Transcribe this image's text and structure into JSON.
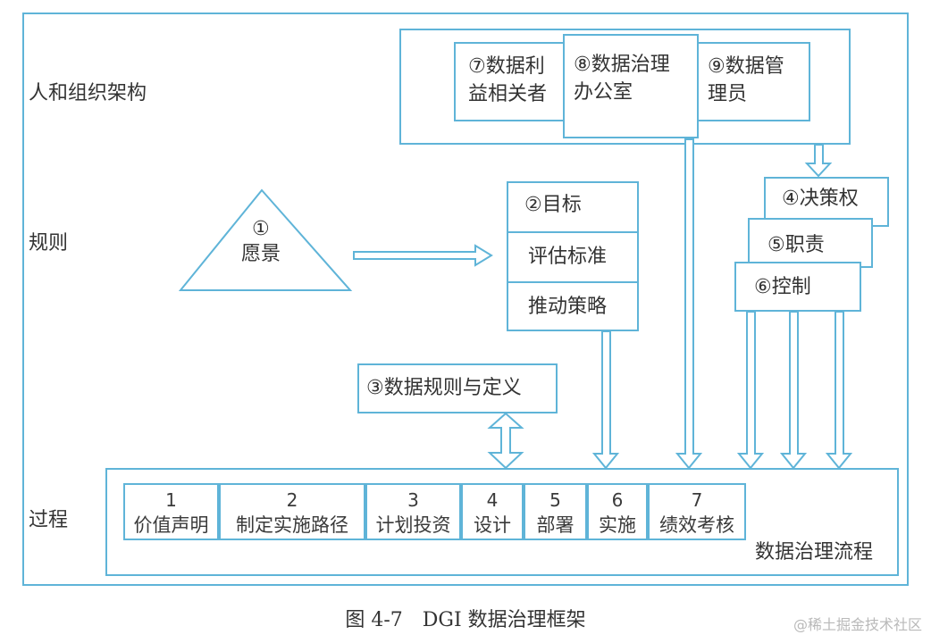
{
  "layers": {
    "people": "人和组织架构",
    "rules": "规则",
    "process": "过程"
  },
  "org": {
    "stakeholders": [
      "⑦数据利",
      "益相关者"
    ],
    "office": [
      "⑧数据治理",
      "办公室"
    ],
    "stewards": [
      "⑨数据管",
      "理员"
    ]
  },
  "vision": [
    "①",
    "愿景"
  ],
  "goals": {
    "title": "②目标",
    "criteria": "评估标准",
    "strategy": "推动策略"
  },
  "data_rules": "③数据规则与定义",
  "rights": {
    "decision": "④决策权",
    "accountability": "⑤职责",
    "controls": "⑥控制"
  },
  "process_steps": [
    {
      "num": "1",
      "label": "价值声明"
    },
    {
      "num": "2",
      "label": "制定实施路径"
    },
    {
      "num": "3",
      "label": "计划投资"
    },
    {
      "num": "4",
      "label": "设计"
    },
    {
      "num": "5",
      "label": "部署"
    },
    {
      "num": "6",
      "label": "实施"
    },
    {
      "num": "7",
      "label": "绩效考核"
    }
  ],
  "process_name": "数据治理流程",
  "caption": "图 4-7　DGI 数据治理框架",
  "watermark": "@稀土掘金技术社区",
  "colors": {
    "line": "#5fb4d8",
    "text": "#333333"
  }
}
